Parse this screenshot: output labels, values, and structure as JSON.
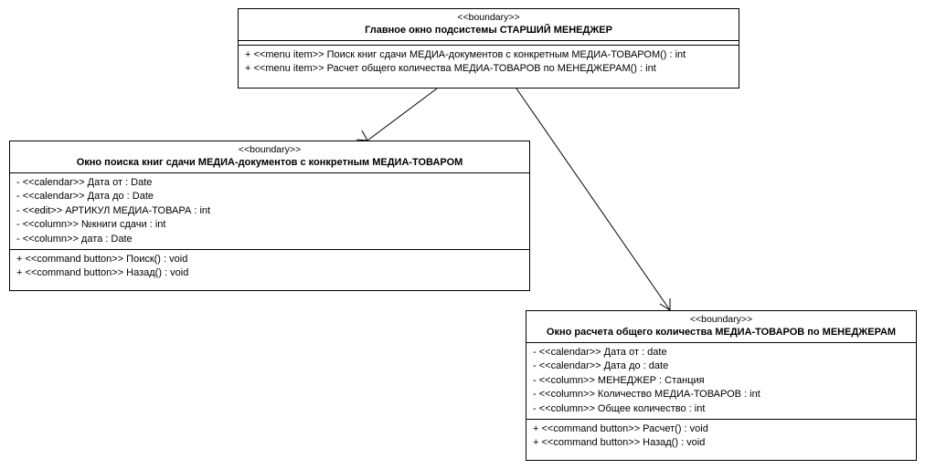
{
  "classes": [
    {
      "stereotype": "<<boundary>>",
      "name": "Главное окно подсистемы СТАРШИЙ МЕНЕДЖЕР",
      "attributes": [],
      "operations": [
        "+ <<menu item>> Поиск книг сдачи МЕДИА-документов с конкретным МЕДИА-ТОВАРОМ() : int",
        "+ <<menu item>> Расчет общего количества МЕДИА-ТОВАРОВ по МЕНЕДЖЕРАМ() : int"
      ]
    },
    {
      "stereotype": "<<boundary>>",
      "name": "Окно поиска книг сдачи МЕДИА-документов с конкретным МЕДИА-ТОВАРОМ",
      "attributes": [
        "- <<calendar>> Дата от : Date",
        "- <<calendar>> Дата до : Date",
        "- <<edit>> АРТИКУЛ МЕДИА-ТОВАРА : int",
        "- <<column>> №книги сдачи : int",
        "- <<column>> дата : Date"
      ],
      "operations": [
        "+ <<command button>> Поиск() : void",
        "+ <<command button>> Назад() : void"
      ]
    },
    {
      "stereotype": "<<boundary>>",
      "name": "Окно расчета общего количества МЕДИА-ТОВАРОВ по МЕНЕДЖЕРАМ",
      "attributes": [
        "- <<calendar>> Дата от : date",
        "- <<calendar>> Дата до : date",
        "- <<column>> МЕНЕДЖЕР : Станция",
        "- <<column>> Количество МЕДИА-ТОВАРОВ : int",
        "- <<column>> Общее количество : int"
      ],
      "operations": [
        "+ <<command button>> Расчет() : void",
        "+ <<command button>> Назад() : void"
      ]
    }
  ]
}
